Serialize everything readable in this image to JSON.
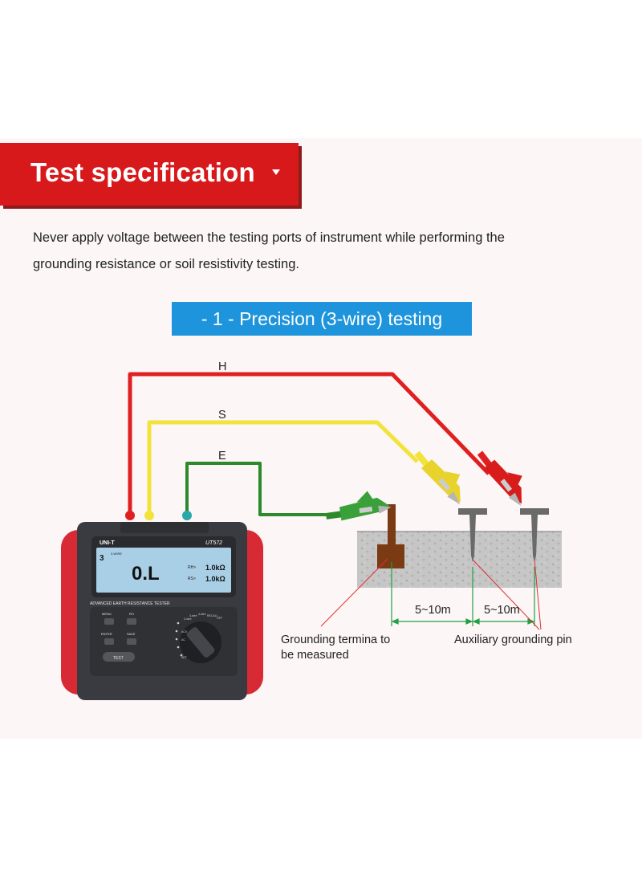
{
  "header": {
    "title": "Test specification"
  },
  "warning_lines": [
    "Never apply voltage between the testing ports of instrument while performing the",
    "grounding resistance or soil resistivity testing."
  ],
  "section": {
    "label": "- 1 -  Precision (3-wire) testing"
  },
  "wires": {
    "h": "H",
    "s": "S",
    "e": "E"
  },
  "colors": {
    "banner": "#d7191c",
    "section_bar": "#1d94db",
    "wire_h": "#e02020",
    "wire_s": "#f2e33a",
    "wire_e": "#2c8a2c",
    "soil": "#bfbfbf",
    "terminal": "#7a3a14",
    "dimension": "#22a046",
    "device_body": "#3a3b40",
    "device_accent": "#d82a35",
    "lcd": "#a9cfe6"
  },
  "device": {
    "brand": "UNI-T",
    "model": "UT572",
    "mode_text": "3-WIRE",
    "reading": "0.L",
    "rh_label": "RH>",
    "rh_value": "1.0kΩ",
    "rs_label": "RS>",
    "rs_value": "1.0kΩ",
    "name": "ADVANCED EARTH RESISTANCE TESTER",
    "buttons": {
      "menu": "MENU",
      "rh": "RH",
      "enter": "ENTER",
      "save": "SAVE",
      "test": "TEST"
    },
    "dial_labels": [
      "2-wire",
      "3-wire",
      "4-wire",
      "RECALL",
      "OFF",
      "ACV",
      "AC",
      "SET"
    ]
  },
  "distances": [
    "5~10m",
    "5~10m"
  ],
  "labels": {
    "terminal_line1": "Grounding termina to",
    "terminal_line2": "be measured",
    "aux_pin": "Auxiliary grounding pin"
  },
  "icons": [
    "crocodile-clip-icon",
    "dial-icon",
    "light-icon"
  ]
}
